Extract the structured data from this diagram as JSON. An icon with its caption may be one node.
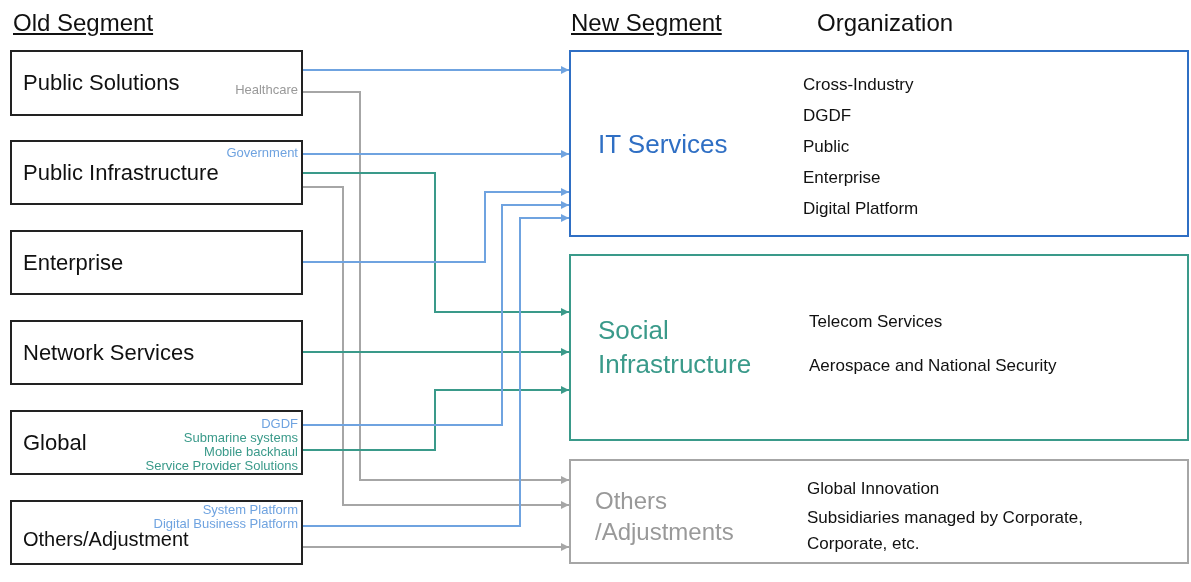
{
  "diagram": {
    "nodes": [
      {
        "text": [
          "Public Solutions",
          "Healthcare"
        ]
      },
      {
        "text": [
          "Government",
          "Public Infrastructure"
        ]
      },
      {
        "text": [
          "Enterprise"
        ]
      },
      {
        "text": [
          "Network Services"
        ]
      },
      {
        "text": [
          "Global",
          "DGDF",
          "Submarine systems",
          "Mobile backhaul",
          "Service Provider Solutions"
        ]
      },
      {
        "text": [
          "System Platform",
          "Digital Business Platform",
          "Others/Adjustment"
        ]
      },
      {
        "text": [
          "IT Services",
          "Cross-Industry",
          "DGDF",
          "Public",
          "Enterprise",
          "Digital Platform"
        ]
      },
      {
        "text": [
          "Social Infrastructure",
          "Telecom Services",
          "Aerospace and National Security"
        ]
      },
      {
        "text": [
          "Others /Adjustments",
          "Global Innovation",
          "Subsidiaries managed by Corporate, Corporate, etc."
        ]
      }
    ],
    "edges": [
      {
        "from": 0,
        "to": 6,
        "arrow": "to"
      },
      {
        "from": 0,
        "to": 8,
        "arrow": "to",
        "color": "#a6a6a6"
      },
      {
        "from": 1,
        "to": 6,
        "arrow": "to"
      },
      {
        "from": 1,
        "to": 7,
        "arrow": "to",
        "color": "#3a9a8a"
      },
      {
        "from": 1,
        "to": 8,
        "arrow": "to",
        "color": "#a6a6a6"
      },
      {
        "from": 2,
        "to": 6,
        "arrow": "to"
      },
      {
        "from": 3,
        "to": 7,
        "arrow": "to",
        "color": "#3a9a8a"
      },
      {
        "from": 4,
        "to": 6,
        "arrow": "to"
      },
      {
        "from": 4,
        "to": 7,
        "arrow": "to",
        "color": "#3a9a8a"
      },
      {
        "from": 5,
        "to": 6,
        "arrow": "to"
      },
      {
        "from": 5,
        "to": 8,
        "arrow": "to",
        "color": "#a6a6a6"
      }
    ],
    "labels": [
      "Old Segment",
      "New Segment",
      "Organization"
    ]
  }
}
